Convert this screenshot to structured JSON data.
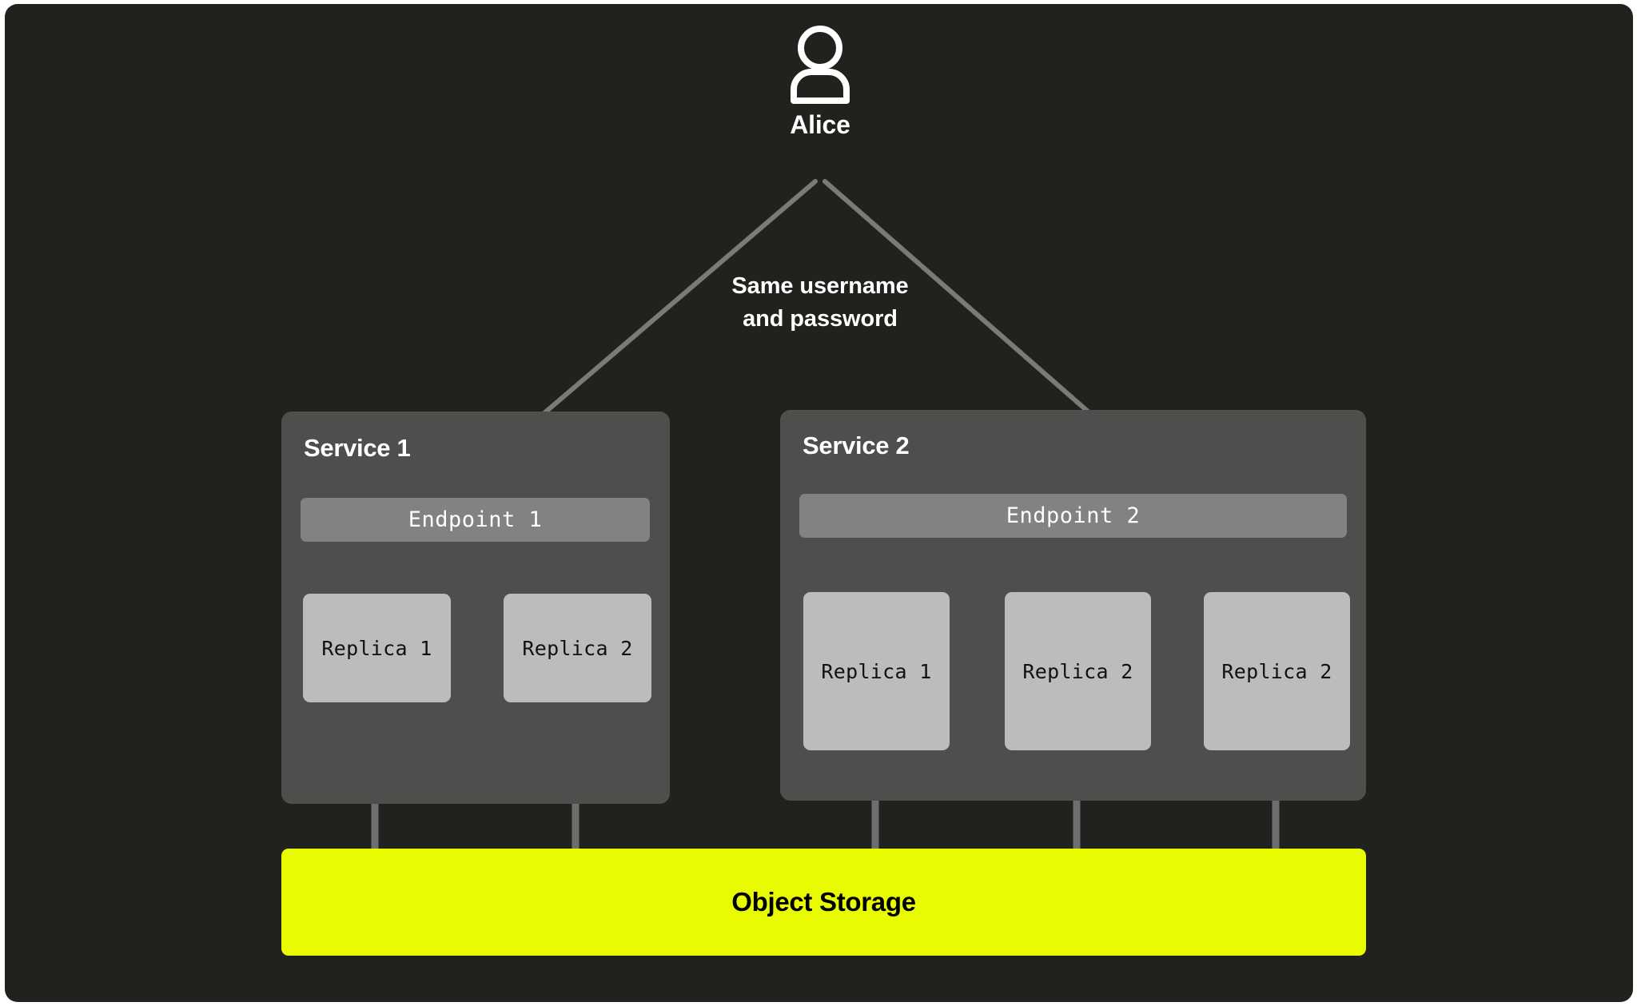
{
  "diagram": {
    "background_color": "#21211d",
    "actor": {
      "icon": "user-icon",
      "name": "Alice"
    },
    "edge_caption": {
      "line1": "Same username",
      "line2": "and password"
    },
    "services": [
      {
        "title": "Service 1",
        "endpoint": "Endpoint 1",
        "replicas": [
          "Replica 1",
          "Replica 2"
        ]
      },
      {
        "title": "Service 2",
        "endpoint": "Endpoint 2",
        "replicas": [
          "Replica 1",
          "Replica 2",
          "Replica 2"
        ]
      }
    ],
    "storage": {
      "label": "Object Storage",
      "color": "#e9fb00",
      "text_color": "#000000"
    },
    "colors": {
      "panel": "#4e4e4d",
      "endpoint": "#828282",
      "replica": "#bcbcbc",
      "connector": "#6e6e6e",
      "arrow": "#7a7a78",
      "text_light": "#ffffff"
    }
  }
}
